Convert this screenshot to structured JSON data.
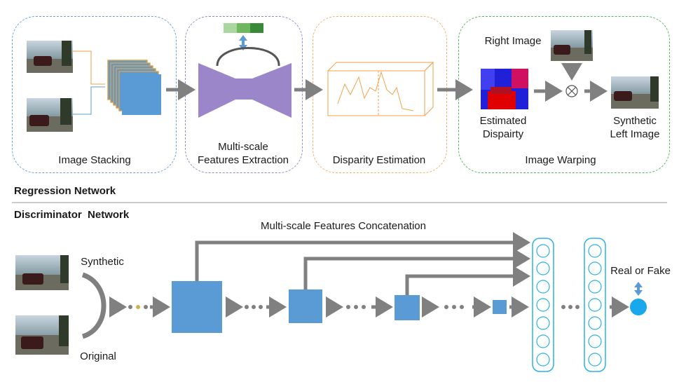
{
  "regression": {
    "title": "Regression Network",
    "stage_labels": [
      "Image Stacking",
      "Multi-scale\nFeatures Extraction",
      "Disparity Estimation",
      "Image Warping"
    ],
    "right_image": "Right Image",
    "estimated_disparity": "Estimated\nDispairty",
    "synthetic_left": "Synthetic\nLeft Image"
  },
  "discriminator": {
    "title": "Discriminator  Network",
    "concat_label": "Multi-scale Features Concatenation",
    "synthetic": "Synthetic",
    "original": "Original",
    "real_or_fake": "Real or Fake"
  },
  "colors": {
    "stacking_border": "#6aa0e0",
    "features_border": "#9b87d0",
    "disparity_border": "#f2b06a",
    "warping_border": "#5ab85a",
    "block_blue": "#5b9bd5",
    "arrow_gray": "#808080",
    "bowtie_purple": "#9b86c9",
    "node_cyan": "#2bb0ea"
  }
}
